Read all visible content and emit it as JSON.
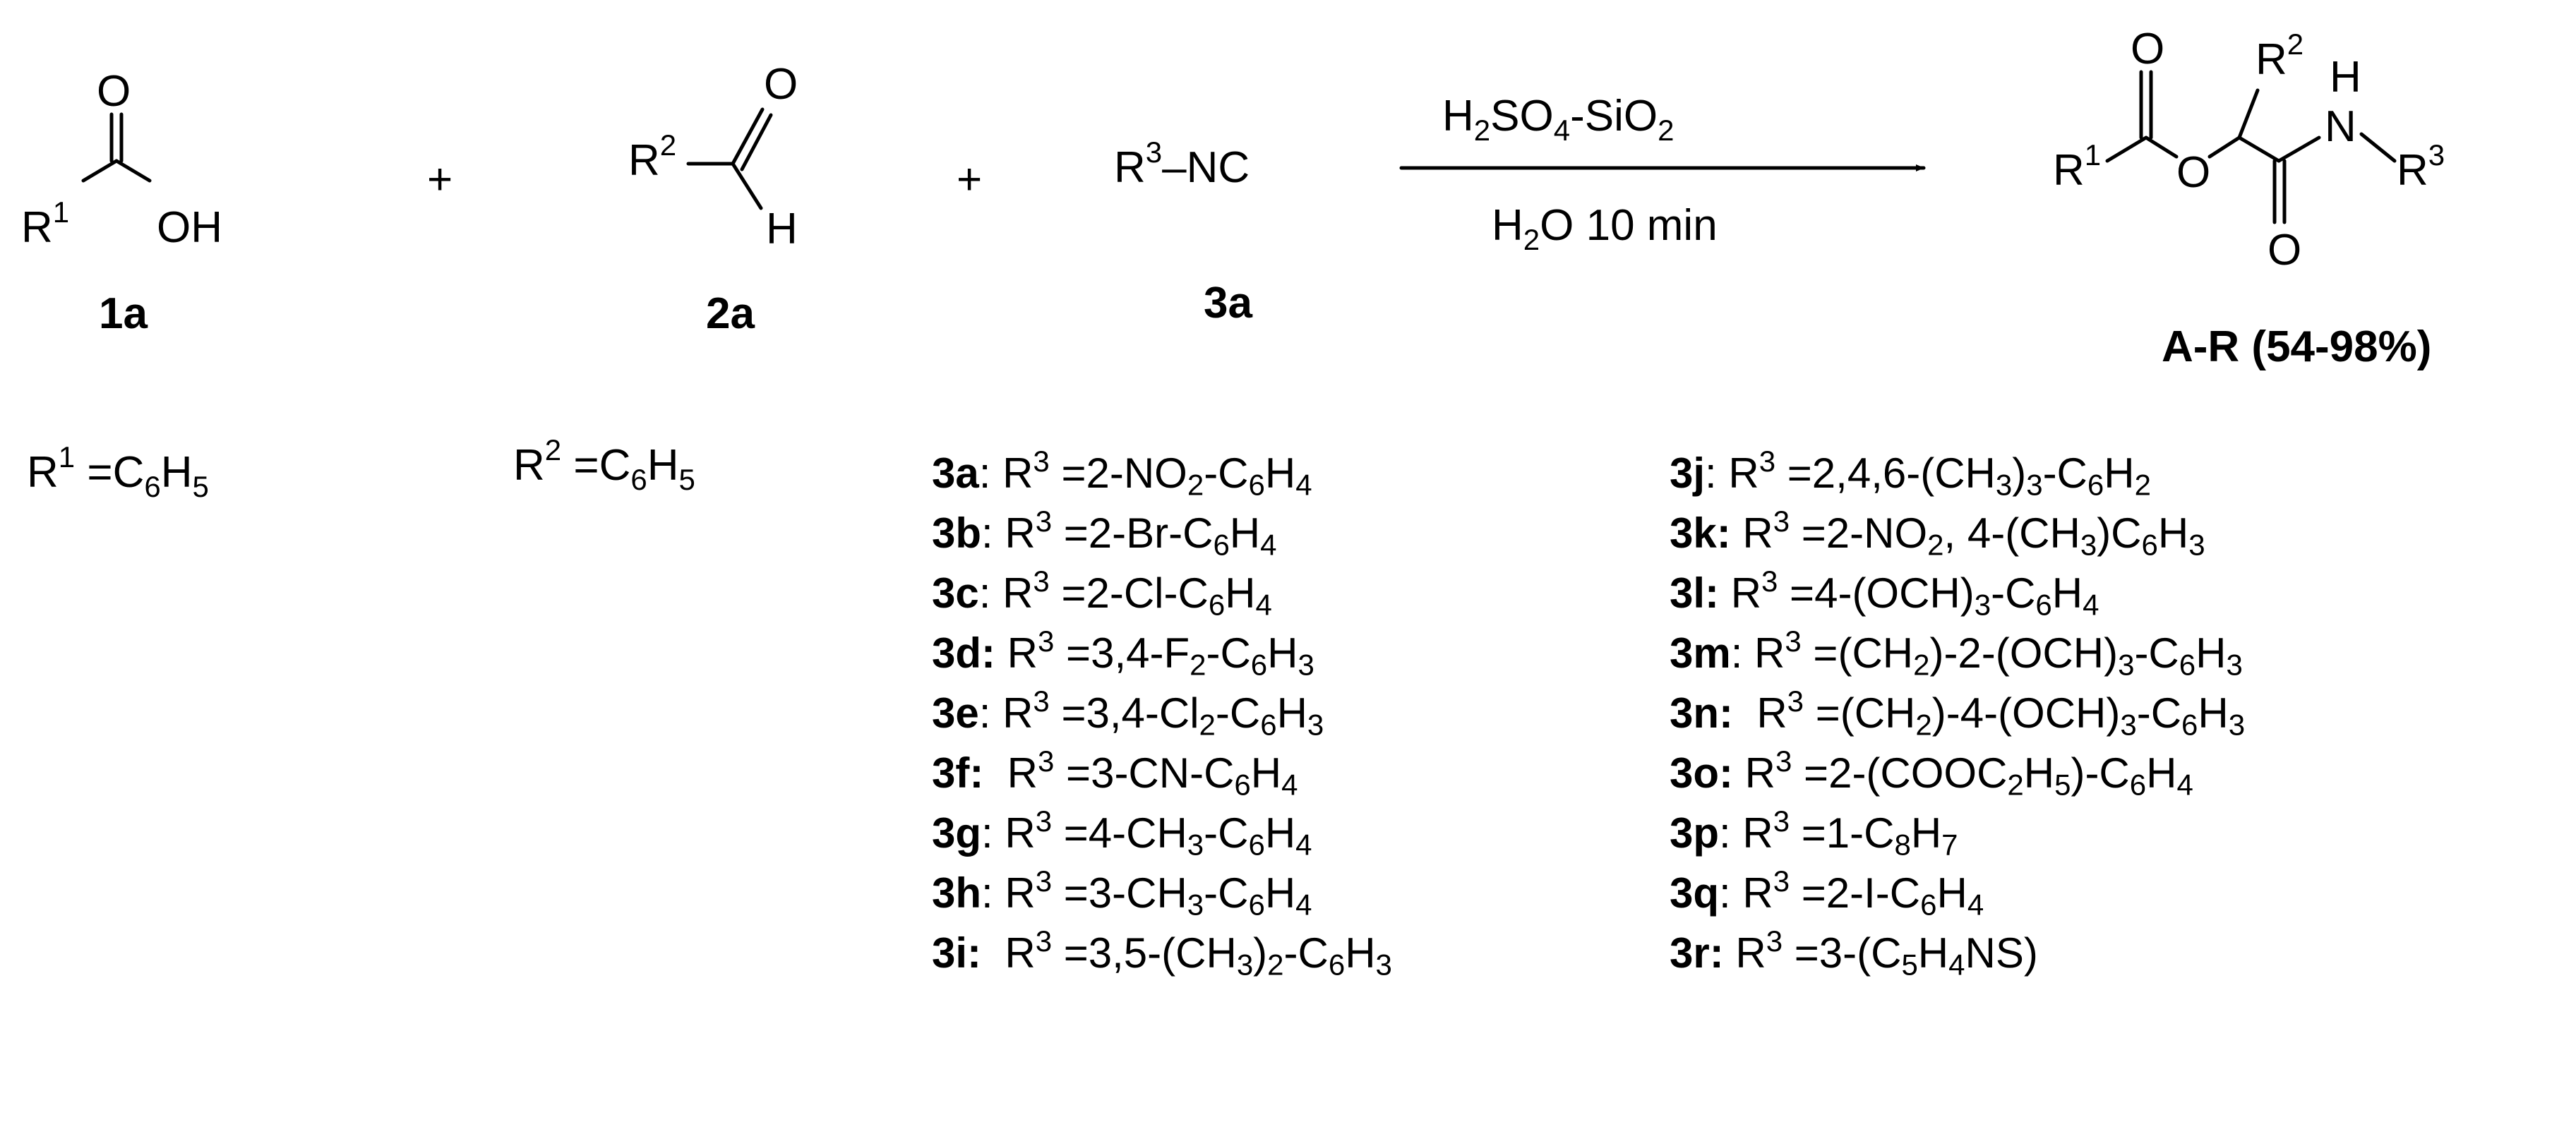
{
  "reactant_1": {
    "R": "R",
    "R_sup": "1",
    "OH": "OH",
    "O": "O",
    "label": "1a",
    "def": {
      "R": "R",
      "sup": "1",
      "eq": " =",
      "C": "C",
      "c_sub": "6",
      "H": "H",
      "h_sub": "5"
    }
  },
  "plus_1": "+",
  "reactant_2": {
    "R": "R",
    "R_sup": "2",
    "O": "O",
    "H": "H",
    "label": "2a",
    "def": {
      "R": "R",
      "sup": "2",
      "eq": " =",
      "C": "C",
      "c_sub": "6",
      "H": "H",
      "h_sub": "5"
    }
  },
  "plus_2": "+",
  "reactant_3": {
    "R": "R",
    "R_sup": "3",
    "NC": "–NC",
    "label": "3a"
  },
  "conditions": {
    "above": {
      "H": "H",
      "h_sub": "2",
      "SO": "SO",
      "so_sub": "4",
      "Si": "-SiO",
      "si_sub": "2"
    },
    "below": {
      "H": "H",
      "h_sub": "2",
      "rest": "O 10 min"
    }
  },
  "product": {
    "R1": "R",
    "R1_sup": "1",
    "O_top": "O",
    "O_ester": "O",
    "R2": "R",
    "R2_sup": "2",
    "H": "H",
    "N": "N",
    "R3": "R",
    "R3_sup": "3",
    "O_bottom": "O",
    "label": "A-R (54-98%)"
  },
  "substituents_left": [
    {
      "id": "3a",
      "sep": ":",
      "text": "R<sup>3</sup> =2-NO<sub>2</sub>-C<sub>6</sub>H<sub>4</sub>"
    },
    {
      "id": "3b",
      "sep": ":",
      "text": "R<sup>3</sup> =2-Br-C<sub>6</sub>H<sub>4</sub>"
    },
    {
      "id": "3c",
      "sep": ":",
      "text": "R<sup>3</sup> =2-Cl-C<sub>6</sub>H<sub>4</sub>"
    },
    {
      "id": "3d:",
      "sep": "",
      "text": "R<sup>3</sup> =3,4-F<sub>2</sub>-C<sub>6</sub>H<sub>3</sub>"
    },
    {
      "id": "3e",
      "sep": ":",
      "text": "R<sup>3</sup> =3,4-Cl<sub>2</sub>-C<sub>6</sub>H<sub>3</sub>"
    },
    {
      "id": "3f:",
      "sep": "",
      "text": "&nbsp;R<sup>3</sup> =3-CN-C<sub>6</sub>H<sub>4</sub>"
    },
    {
      "id": "3g",
      "sep": ":",
      "text": "R<sup>3</sup> =4-CH<sub>3</sub>-C<sub>6</sub>H<sub>4</sub>"
    },
    {
      "id": "3h",
      "sep": ":",
      "text": "R<sup>3</sup> =3-CH<sub>3</sub>-C<sub>6</sub>H<sub>4</sub>"
    },
    {
      "id": "3i:",
      "sep": "",
      "text": "&nbsp;R<sup>3</sup> =3,5-(CH<sub>3</sub>)<sub>2</sub>-C<sub>6</sub>H<sub>3</sub>"
    }
  ],
  "substituents_right": [
    {
      "id": "3j",
      "sep": ":",
      "text": "R<sup>3</sup> =2,4,6-(CH<sub>3</sub>)<sub>3</sub>-C<sub>6</sub>H<sub>2</sub>"
    },
    {
      "id": "3k:",
      "sep": "",
      "text": "R<sup>3</sup> =2-NO<sub>2</sub>, 4-(CH<sub>3</sub>)C<sub>6</sub>H<sub>3</sub>"
    },
    {
      "id": "3l:",
      "sep": "",
      "text": "R<sup>3</sup> =4-(OCH)<sub>3</sub>-C<sub>6</sub>H<sub>4</sub>"
    },
    {
      "id": "3m",
      "sep": ":",
      "text": "R<sup>3</sup> =(CH<sub>2</sub>)-2-(OCH)<sub>3</sub>-C<sub>6</sub>H<sub>3</sub>"
    },
    {
      "id": "3n:",
      "sep": "",
      "text": "&nbsp;R<sup>3</sup> =(CH<sub>2</sub>)-4-(OCH)<sub>3</sub>-C<sub>6</sub>H<sub>3</sub>"
    },
    {
      "id": "3o:",
      "sep": "",
      "text": "R<sup>3</sup> =2-(COOC<sub>2</sub>H<sub>5</sub>)-C<sub>6</sub>H<sub>4</sub>"
    },
    {
      "id": "3p",
      "sep": ":",
      "text": "R<sup>3</sup> =1-C<sub>8</sub>H<sub>7</sub>"
    },
    {
      "id": "3q",
      "sep": ":",
      "text": "R<sup>3</sup> =2-I-C<sub>6</sub>H<sub>4</sub>"
    },
    {
      "id": "3r:",
      "sep": "",
      "text": "R<sup>3</sup> =3-(C<sub>5</sub>H<sub>4</sub>NS)"
    }
  ]
}
